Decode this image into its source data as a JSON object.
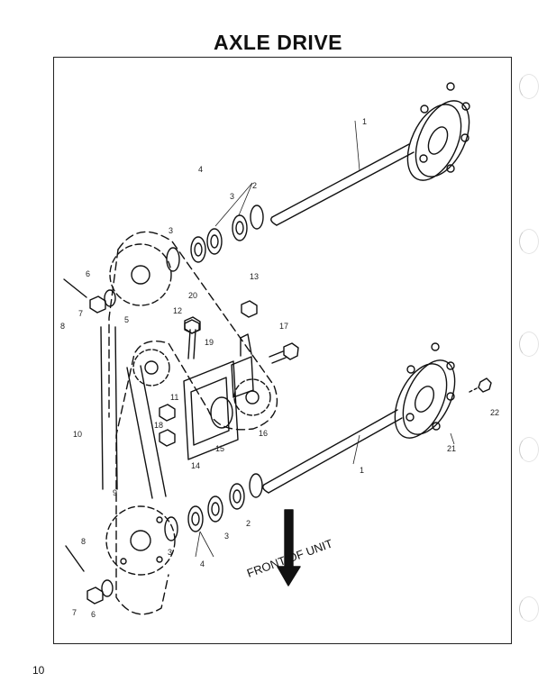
{
  "page": {
    "title": "AXLE DRIVE",
    "page_number": "10"
  },
  "callouts": [
    "1",
    "1",
    "2",
    "2",
    "3",
    "3",
    "3",
    "3",
    "4",
    "4",
    "5",
    "6",
    "6",
    "7",
    "7",
    "8",
    "8",
    "9",
    "10",
    "11",
    "12",
    "13",
    "14",
    "15",
    "16",
    "17",
    "18",
    "19",
    "20",
    "21",
    "22"
  ],
  "direction_label": "FRONT OF UNIT",
  "colors": {
    "ink": "#111111",
    "frame": "#222222",
    "paper": "#ffffff"
  }
}
